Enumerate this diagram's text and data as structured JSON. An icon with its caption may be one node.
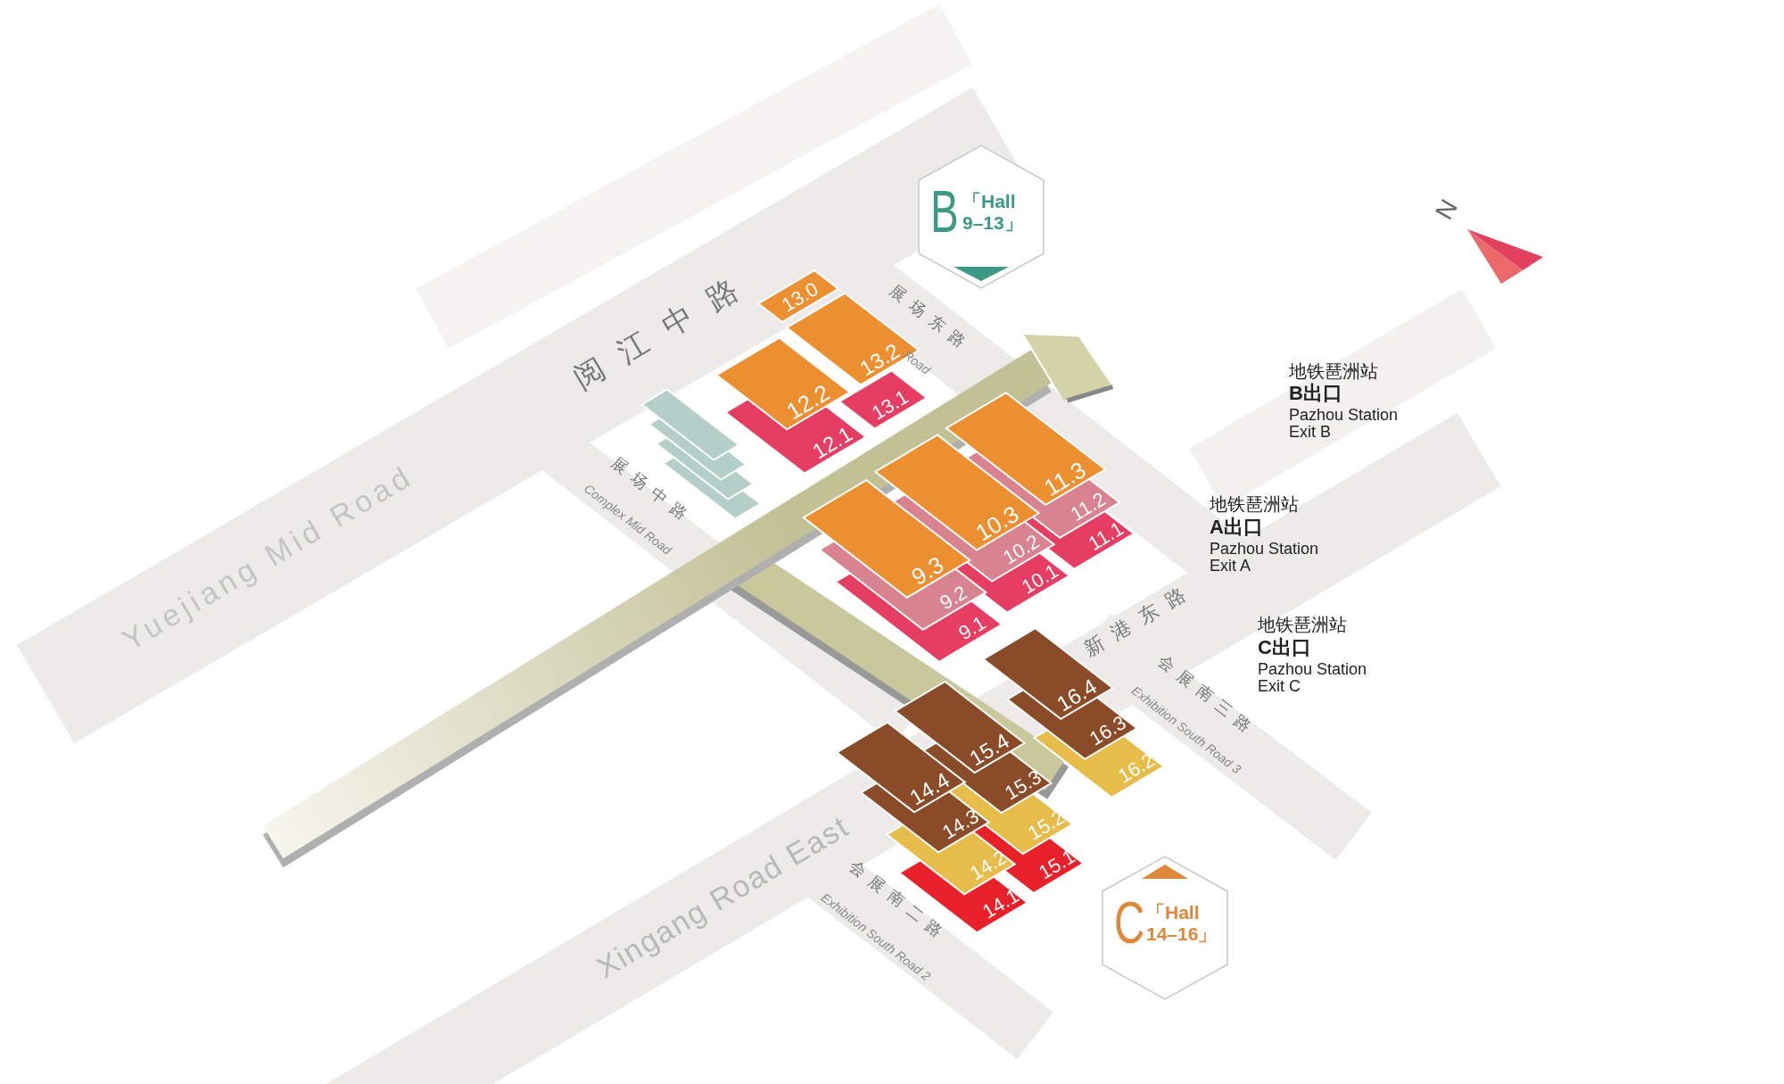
{
  "diagram": {
    "nodes": [
      {
        "text": [
          "B",
          "「Hall 9–13」"
        ]
      },
      {
        "text": [
          "13.0"
        ]
      },
      {
        "text": [
          "13.2"
        ]
      },
      {
        "text": [
          "12.2"
        ]
      },
      {
        "text": [
          "13.1"
        ]
      },
      {
        "text": [
          "12.1"
        ]
      },
      {
        "text": [
          "11.3"
        ]
      },
      {
        "text": [
          "11.2"
        ]
      },
      {
        "text": [
          "11.1"
        ]
      },
      {
        "text": [
          "10.3"
        ]
      },
      {
        "text": [
          "10.2"
        ]
      },
      {
        "text": [
          "10.1"
        ]
      },
      {
        "text": [
          "9.3"
        ]
      },
      {
        "text": [
          "9.2"
        ]
      },
      {
        "text": [
          "9.1"
        ]
      },
      {
        "text": [
          "16.4"
        ]
      },
      {
        "text": [
          "16.3"
        ]
      },
      {
        "text": [
          "16.2"
        ]
      },
      {
        "text": [
          "15.4"
        ]
      },
      {
        "text": [
          "15.3"
        ]
      },
      {
        "text": [
          "15.2"
        ]
      },
      {
        "text": [
          "15.1"
        ]
      },
      {
        "text": [
          "14.4"
        ]
      },
      {
        "text": [
          "14.3"
        ]
      },
      {
        "text": [
          "14.2"
        ]
      },
      {
        "text": [
          "14.1"
        ]
      },
      {
        "text": [
          "C",
          "「Hall 14–16」"
        ]
      }
    ],
    "labels": [
      "N",
      "阅江中路",
      "Yuejiang Mid Road",
      "展场东路",
      "Road",
      "展场中路",
      "Complex Mid Road",
      "地铁琶洲站",
      "B出口",
      "Pazhou Station Exit B",
      "地铁琶洲站",
      "A出口",
      "Pazhou Station Exit A",
      "新港东路",
      "地铁琶洲站",
      "C出口",
      "Pazhou Station Exit C",
      "会展南三路",
      "Exhibition South Road 3",
      "Xingang Road East",
      "会展南二路",
      "Exhibition South Road 2"
    ]
  }
}
